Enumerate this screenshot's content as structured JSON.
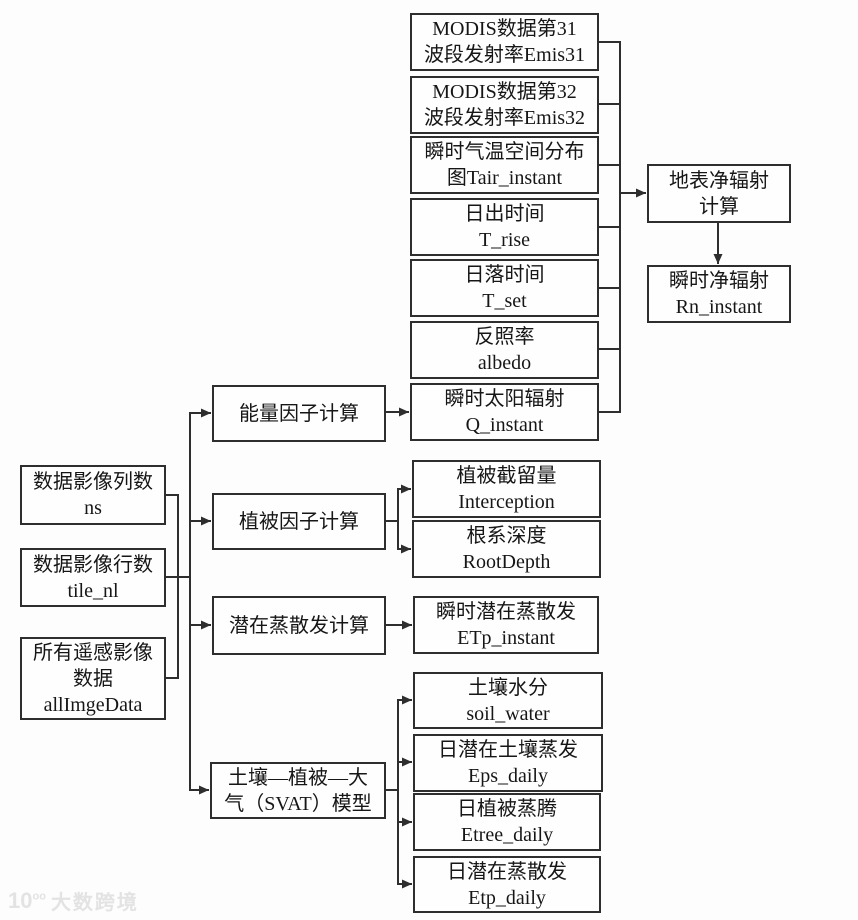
{
  "watermark": {
    "logo": "10",
    "logo_sup": "oo",
    "brand": "大数跨境"
  },
  "nodes": {
    "ns": {
      "lines": [
        "数据影像列数",
        "ns"
      ]
    },
    "tile_nl": {
      "lines": [
        "数据影像行数",
        "tile_nl"
      ]
    },
    "all_img": {
      "lines": [
        "所有遥感影像",
        "数据",
        "allImgeData"
      ]
    },
    "energy": {
      "lines": [
        "能量因子计算"
      ]
    },
    "vegetation": {
      "lines": [
        "植被因子计算"
      ]
    },
    "pet": {
      "lines": [
        "潜在蒸散发计算"
      ]
    },
    "svat": {
      "lines": [
        "土壤—植被—大",
        "气（SVAT）模型"
      ]
    },
    "emis31": {
      "lines": [
        "MODIS数据第31",
        "波段发射率Emis31"
      ]
    },
    "emis32": {
      "lines": [
        "MODIS数据第32",
        "波段发射率Emis32"
      ]
    },
    "tair": {
      "lines": [
        "瞬时气温空间分布",
        "图Tair_instant"
      ]
    },
    "t_rise": {
      "lines": [
        "日出时间",
        "T_rise"
      ]
    },
    "t_set": {
      "lines": [
        "日落时间",
        "T_set"
      ]
    },
    "albedo": {
      "lines": [
        "反照率",
        "albedo"
      ]
    },
    "q_instant": {
      "lines": [
        "瞬时太阳辐射",
        "Q_instant"
      ]
    },
    "interception": {
      "lines": [
        "植被截留量",
        "Interception"
      ]
    },
    "rootdepth": {
      "lines": [
        "根系深度",
        "RootDepth"
      ]
    },
    "etp_instant": {
      "lines": [
        "瞬时潜在蒸散发",
        "ETp_instant"
      ]
    },
    "soil_water": {
      "lines": [
        "土壤水分",
        "soil_water"
      ]
    },
    "eps_daily": {
      "lines": [
        "日潜在土壤蒸发",
        "Eps_daily"
      ]
    },
    "etree_daily": {
      "lines": [
        "日植被蒸腾",
        "Etree_daily"
      ]
    },
    "etp_daily": {
      "lines": [
        "日潜在蒸散发",
        "Etp_daily"
      ]
    },
    "rn_calc": {
      "lines": [
        "地表净辐射",
        "计算"
      ]
    },
    "rn_instant": {
      "lines": [
        "瞬时净辐射",
        "Rn_instant"
      ]
    }
  },
  "colors": {
    "line": "#2e2e2e",
    "text": "#161616",
    "background": "#fdfdfd"
  }
}
